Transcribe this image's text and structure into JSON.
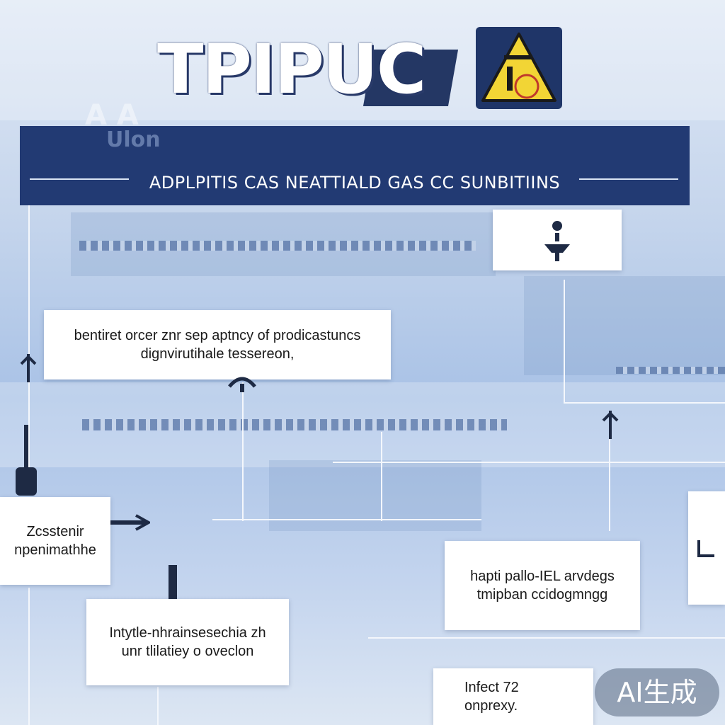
{
  "logo": {
    "text": "TPIPUC",
    "icon": "warning-triangle-icon"
  },
  "header": {
    "title": "ADPLPITIS CAS NEATTIALD GAS CC SUNBITIINS",
    "subtitle": "Ulon"
  },
  "boxes": {
    "top_right": {
      "icon": "anvil-icon"
    },
    "upper_left": {
      "line1": "bentiret orcer znr sep aptncy of prodicastuncs",
      "line2": "dignvirutihale tessereon,"
    },
    "mid_left": {
      "line1": "Zcsstenir",
      "line2": "npenimathhe"
    },
    "lower_left": {
      "line1": "Intytle-nhrainsesechia zh",
      "line2": "unr tlilatiey o oveclon"
    },
    "mid_right": {
      "line1": "hapti pallo-IEL arvdegs",
      "line2": "tmipban ccidogmngg"
    },
    "bottom_right": {
      "line1": "Infect 72",
      "line2": "onprexy."
    }
  },
  "watermark": "AI生成",
  "colors": {
    "header_bg": "#223a73",
    "warning_yellow": "#f2d535",
    "connector": "#1e2a44"
  }
}
